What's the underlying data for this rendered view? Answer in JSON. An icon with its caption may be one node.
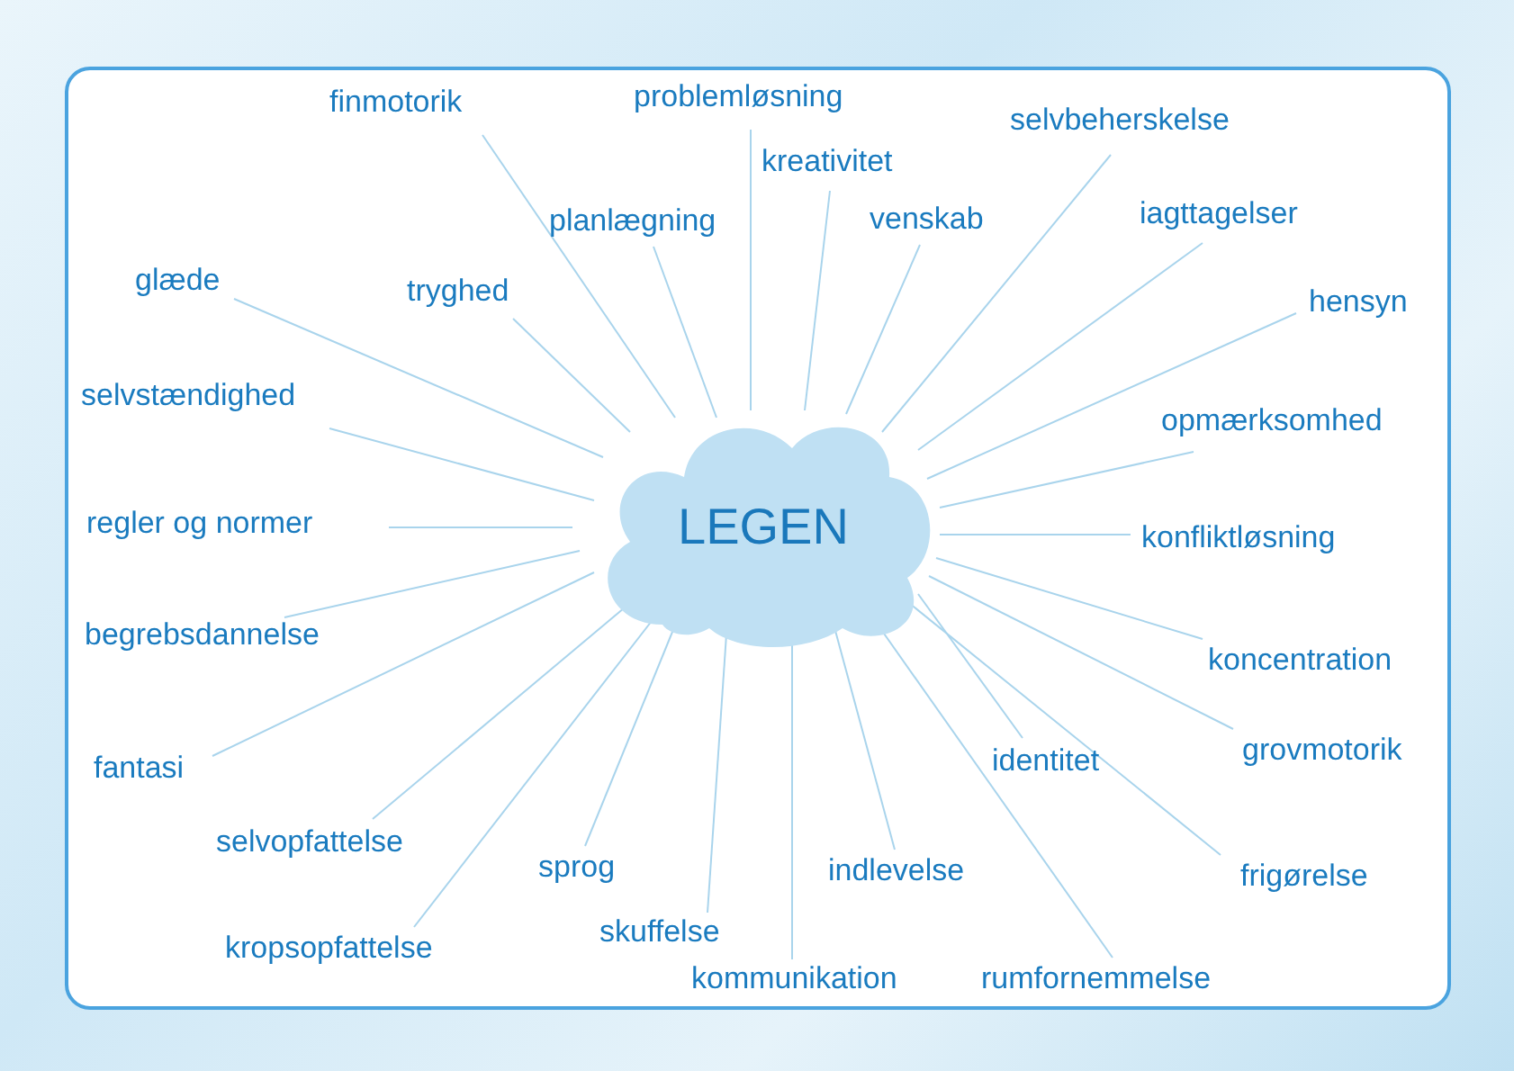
{
  "diagram": {
    "nodes": [
      {
        "text": [
          "LEGEN"
        ]
      },
      {
        "text": [
          "finmotorik"
        ]
      },
      {
        "text": [
          "problemløsning"
        ]
      },
      {
        "text": [
          "kreativitet"
        ]
      },
      {
        "text": [
          "selvbeherskelse"
        ]
      },
      {
        "text": [
          "planlægning"
        ]
      },
      {
        "text": [
          "venskab"
        ]
      },
      {
        "text": [
          "iagttagelser"
        ]
      },
      {
        "text": [
          "glæde"
        ]
      },
      {
        "text": [
          "tryghed"
        ]
      },
      {
        "text": [
          "hensyn"
        ]
      },
      {
        "text": [
          "selvstændighed"
        ]
      },
      {
        "text": [
          "opmærksomhed"
        ]
      },
      {
        "text": [
          "regler og normer"
        ]
      },
      {
        "text": [
          "konfliktløsning"
        ]
      },
      {
        "text": [
          "begrebsdannelse"
        ]
      },
      {
        "text": [
          "koncentration"
        ]
      },
      {
        "text": [
          "grovmotorik"
        ]
      },
      {
        "text": [
          "identitet"
        ]
      },
      {
        "text": [
          "fantasi"
        ]
      },
      {
        "text": [
          "selvopfattelse"
        ]
      },
      {
        "text": [
          "sprog"
        ]
      },
      {
        "text": [
          "indlevelse"
        ]
      },
      {
        "text": [
          "frigørelse"
        ]
      },
      {
        "text": [
          "skuffelse"
        ]
      },
      {
        "text": [
          "kropsopfattelse"
        ]
      },
      {
        "text": [
          "kommunikation"
        ]
      },
      {
        "text": [
          "rumfornemmelse"
        ]
      }
    ],
    "edges": [
      {
        "from": 0,
        "to": 1,
        "arrow": "none"
      },
      {
        "from": 0,
        "to": 2,
        "arrow": "none"
      },
      {
        "from": 0,
        "to": 3,
        "arrow": "none"
      },
      {
        "from": 0,
        "to": 4,
        "arrow": "none"
      },
      {
        "from": 0,
        "to": 5,
        "arrow": "none"
      },
      {
        "from": 0,
        "to": 6,
        "arrow": "none"
      },
      {
        "from": 0,
        "to": 7,
        "arrow": "none"
      },
      {
        "from": 0,
        "to": 8,
        "arrow": "none"
      },
      {
        "from": 0,
        "to": 9,
        "arrow": "none"
      },
      {
        "from": 0,
        "to": 10,
        "arrow": "none"
      },
      {
        "from": 0,
        "to": 11,
        "arrow": "none"
      },
      {
        "from": 0,
        "to": 12,
        "arrow": "none"
      },
      {
        "from": 0,
        "to": 13,
        "arrow": "none"
      },
      {
        "from": 0,
        "to": 14,
        "arrow": "none"
      },
      {
        "from": 0,
        "to": 15,
        "arrow": "none"
      },
      {
        "from": 0,
        "to": 16,
        "arrow": "none"
      },
      {
        "from": 0,
        "to": 17,
        "arrow": "none"
      },
      {
        "from": 0,
        "to": 18,
        "arrow": "none"
      },
      {
        "from": 0,
        "to": 19,
        "arrow": "none"
      },
      {
        "from": 0,
        "to": 20,
        "arrow": "none"
      },
      {
        "from": 0,
        "to": 21,
        "arrow": "none"
      },
      {
        "from": 0,
        "to": 22,
        "arrow": "none"
      },
      {
        "from": 0,
        "to": 23,
        "arrow": "none"
      },
      {
        "from": 0,
        "to": 24,
        "arrow": "none"
      },
      {
        "from": 0,
        "to": 25,
        "arrow": "none"
      },
      {
        "from": 0,
        "to": 26,
        "arrow": "none"
      },
      {
        "from": 0,
        "to": 27,
        "arrow": "none"
      }
    ]
  }
}
